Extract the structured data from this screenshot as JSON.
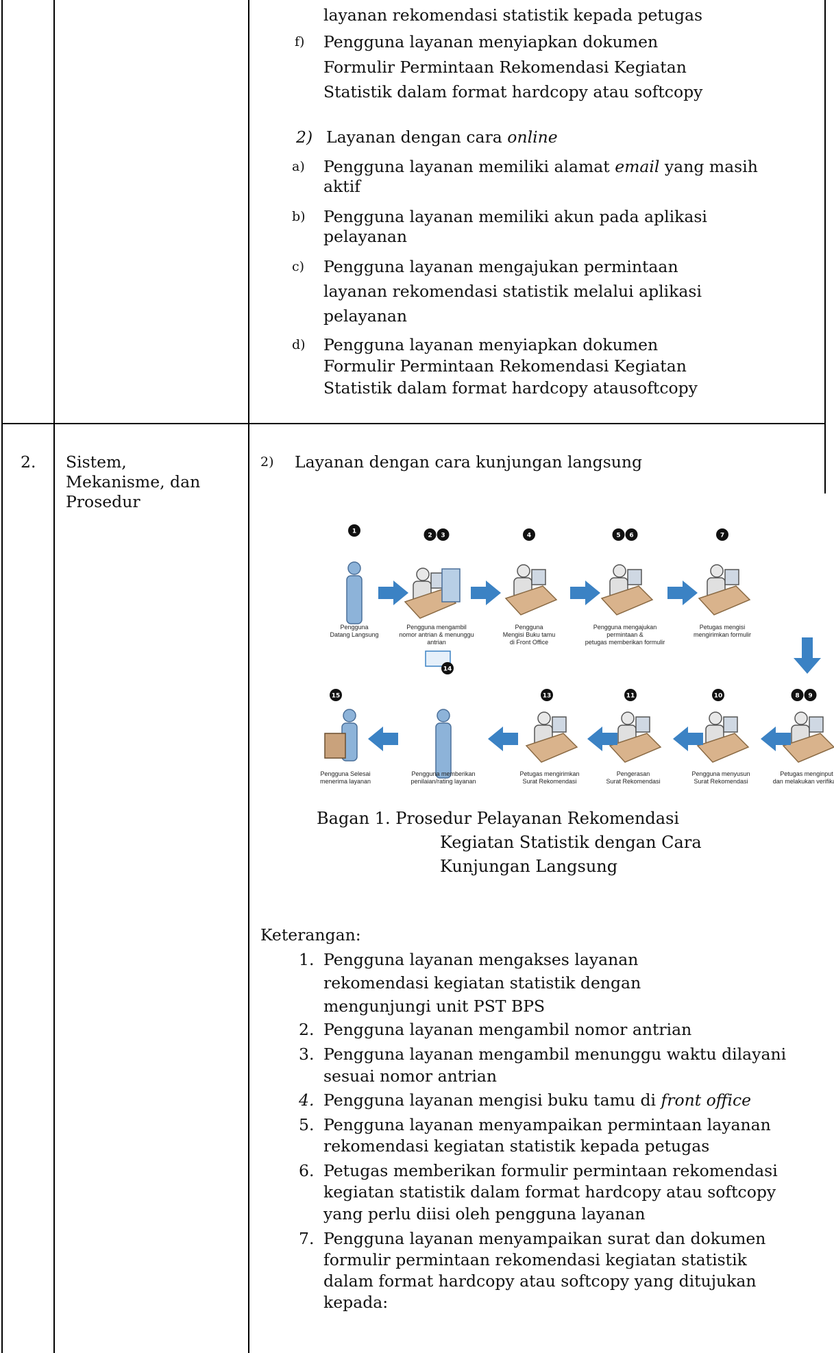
{
  "top_continuation": {
    "line_e_tail": "layanan rekomendasi statistik kepada petugas",
    "item_f_label": "f)",
    "item_f_lines": [
      "Pengguna layanan menyiapkan dokumen",
      "Formulir Permintaan Rekomendasi Kegiatan",
      "Statistik dalam format hardcopy atau softcopy"
    ]
  },
  "online_section": {
    "number": "2)",
    "title_prefix": "Layanan dengan cara ",
    "title_emph": "online",
    "items": [
      {
        "label": "a)",
        "lines": [
          "Pengguna layanan memiliki alamat ",
          "aktif"
        ],
        "emph": "email",
        "after_emph": " yang masih"
      },
      {
        "label": "b)",
        "lines": [
          "Pengguna layanan memiliki akun pada aplikasi",
          "pelayanan"
        ]
      },
      {
        "label": "c)",
        "lines": [
          "Pengguna layanan mengajukan permintaan",
          "layanan rekomendasi statistik melalui aplikasi",
          "pelayanan"
        ]
      },
      {
        "label": "d)",
        "lines": [
          "Pengguna layanan menyiapkan dokumen",
          "Formulir Permintaan Rekomendasi Kegiatan",
          "Statistik dalam format hardcopy atausoftcopy"
        ]
      }
    ]
  },
  "row2": {
    "number": "2.",
    "aspect_lines": [
      "Sistem,",
      "Mekanisme, dan",
      "Prosedur"
    ],
    "section_number": "2)",
    "section_title": "Layanan dengan cara kunjungan langsung"
  },
  "flowchart": {
    "top_steps": [
      {
        "badges": [
          "1"
        ],
        "label_lines": [
          "Pengguna",
          "Datang Langsung"
        ]
      },
      {
        "badges": [
          "2",
          "3"
        ],
        "label_lines": [
          "Pengguna mengambil",
          "nomor antrian & menunggu",
          "antrian"
        ]
      },
      {
        "badges": [
          "4"
        ],
        "label_lines": [
          "Pengguna",
          "Mengisi Buku tamu",
          "di Front Office"
        ]
      },
      {
        "badges": [
          "5",
          "6"
        ],
        "label_lines": [
          "Pengguna mengajukan",
          "permintaan &",
          "petugas memberikan formulir"
        ]
      },
      {
        "badges": [
          "7"
        ],
        "label_lines": [
          "Petugas mengisi",
          "mengirimkan formulir"
        ]
      }
    ],
    "bottom_steps": [
      {
        "badges": [
          "15"
        ],
        "label_lines": [
          "Pengguna Selesai",
          "menerima layanan"
        ]
      },
      {
        "badges": [
          "14"
        ],
        "label_lines": [
          "Pengguna memberikan",
          "penilaian/rating layanan"
        ]
      },
      {
        "badges": [
          "13"
        ],
        "label_lines": [
          "Petugas mengirimkan",
          "Surat Rekomendasi"
        ]
      },
      {
        "badges": [
          "11"
        ],
        "label_lines": [
          "Pengerasan",
          "Surat Rekomendasi"
        ]
      },
      {
        "badges": [
          "10"
        ],
        "label_lines": [
          "Pengguna menyusun",
          "Surat Rekomendasi"
        ]
      },
      {
        "badges": [
          "8",
          "9"
        ],
        "label_lines": [
          "Petugas menginput",
          "dan melakukan verifikasi"
        ]
      }
    ],
    "colors": {
      "person": "#8db3d9",
      "arrow": "#3b82c4",
      "desk": "#d9b38c",
      "badge": "#111111"
    }
  },
  "caption": {
    "line1": "Bagan 1. Prosedur Pelayanan Rekomendasi",
    "line2": "Kegiatan Statistik dengan Cara",
    "line3": "Kunjungan Langsung"
  },
  "keterangan": {
    "heading": "Keterangan:",
    "items": [
      {
        "num": "1.",
        "lines": [
          "Pengguna layanan mengakses layanan",
          "rekomendasi kegiatan statistik dengan",
          "mengunjungi unit PST BPS"
        ]
      },
      {
        "num": "2.",
        "lines": [
          "Pengguna layanan mengambil nomor antrian"
        ]
      },
      {
        "num": "3.",
        "lines": [
          "Pengguna layanan mengambil menunggu waktu dilayani",
          "sesuai nomor antrian"
        ]
      },
      {
        "num": "4.",
        "lines": [
          "Pengguna layanan mengisi buku tamu di "
        ],
        "emph": "front office"
      },
      {
        "num": "5.",
        "lines": [
          "Pengguna layanan menyampaikan permintaan layanan",
          "rekomendasi kegiatan statistik kepada petugas"
        ]
      },
      {
        "num": "6.",
        "lines": [
          "Petugas memberikan formulir permintaan rekomendasi",
          "kegiatan statistik dalam format hardcopy atau softcopy",
          "yang perlu diisi oleh pengguna layanan"
        ]
      },
      {
        "num": "7.",
        "lines": [
          "Pengguna layanan menyampaikan surat dan dokumen",
          "formulir permintaan rekomendasi kegiatan statistik",
          "dalam format hardcopy atau softcopy yang ditujukan",
          "kepada:"
        ]
      }
    ]
  }
}
